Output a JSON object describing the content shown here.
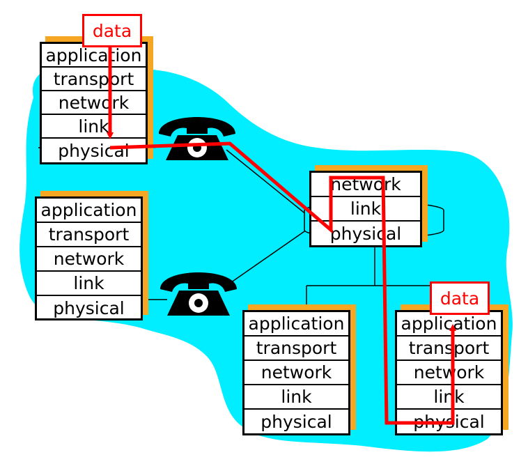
{
  "colors": {
    "cloud": "#00eeff",
    "path": "#ff0000",
    "shadow": "#f5a623",
    "line": "#000000"
  },
  "data_label": "data",
  "hosts": [
    {
      "id": "host-top-left",
      "layers": [
        "application",
        "transport",
        "network",
        "link",
        "physical"
      ]
    },
    {
      "id": "host-mid-left",
      "layers": [
        "application",
        "transport",
        "network",
        "link",
        "physical"
      ]
    },
    {
      "id": "host-bottom-center",
      "layers": [
        "application",
        "transport",
        "network",
        "link",
        "physical"
      ]
    },
    {
      "id": "host-bottom-right",
      "layers": [
        "application",
        "transport",
        "network",
        "link",
        "physical"
      ]
    }
  ],
  "router": {
    "layers": [
      "network",
      "link",
      "physical"
    ]
  },
  "icons": [
    "telephone-icon",
    "telephone-icon",
    "router-icon"
  ]
}
